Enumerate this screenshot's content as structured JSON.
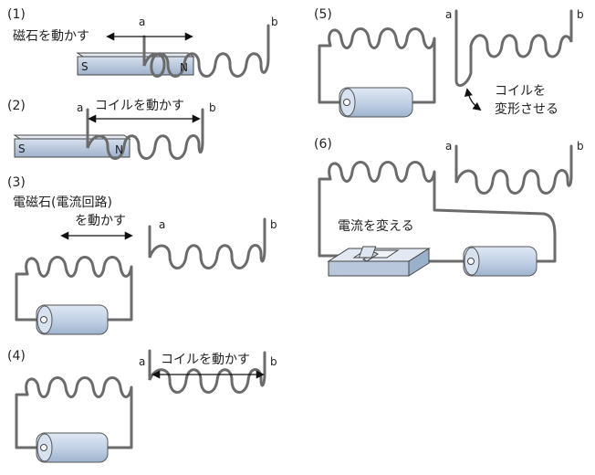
{
  "panels": [
    {
      "number": "(1)",
      "action": "磁石を動かす",
      "terminal_a": "a",
      "terminal_b": "b",
      "magnet_s": "S",
      "magnet_n": "N"
    },
    {
      "number": "(2)",
      "action": "コイルを動かす",
      "terminal_a": "a",
      "terminal_b": "b",
      "magnet_s": "S",
      "magnet_n": "N"
    },
    {
      "number": "(3)",
      "action_line1": "電磁石(電流回路)",
      "action_line2": "を動かす",
      "terminal_a": "a",
      "terminal_b": "b"
    },
    {
      "number": "(4)",
      "action": "コイルを動かす",
      "terminal_a": "a",
      "terminal_b": "b"
    },
    {
      "number": "(5)",
      "action_line1": "コイルを",
      "action_line2": "変形させる",
      "terminal_a": "a",
      "terminal_b": "b"
    },
    {
      "number": "(6)",
      "action": "電流を変える",
      "terminal_a": "a",
      "terminal_b": "b"
    }
  ],
  "colors": {
    "wire": "#6b6b6b",
    "magnet": "#b9c8dc",
    "battery": "#bccbe0",
    "rheostat": "#c7d2e2"
  }
}
